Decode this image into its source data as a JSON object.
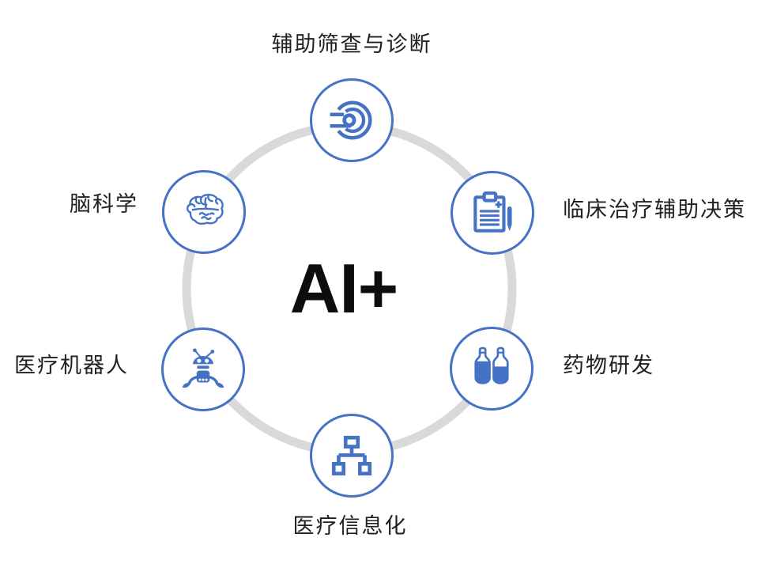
{
  "colors": {
    "accent": "#4472C4",
    "ring": "#D9D9D9",
    "text": "#202020",
    "background": "#FFFFFF"
  },
  "center": {
    "label": "AI+"
  },
  "nodes": [
    {
      "label": "辅助筛查与诊断",
      "icon": "scan-target-icon",
      "position": "top"
    },
    {
      "label": "临床治疗辅助决策",
      "icon": "clipboard-pen-icon",
      "position": "upper-right"
    },
    {
      "label": "药物研发",
      "icon": "medicine-vials-icon",
      "position": "lower-right"
    },
    {
      "label": "医疗信息化",
      "icon": "network-nodes-icon",
      "position": "bottom"
    },
    {
      "label": "医疗机器人",
      "icon": "robot-icon",
      "position": "lower-left"
    },
    {
      "label": "脑科学",
      "icon": "brain-icon",
      "position": "upper-left"
    }
  ]
}
